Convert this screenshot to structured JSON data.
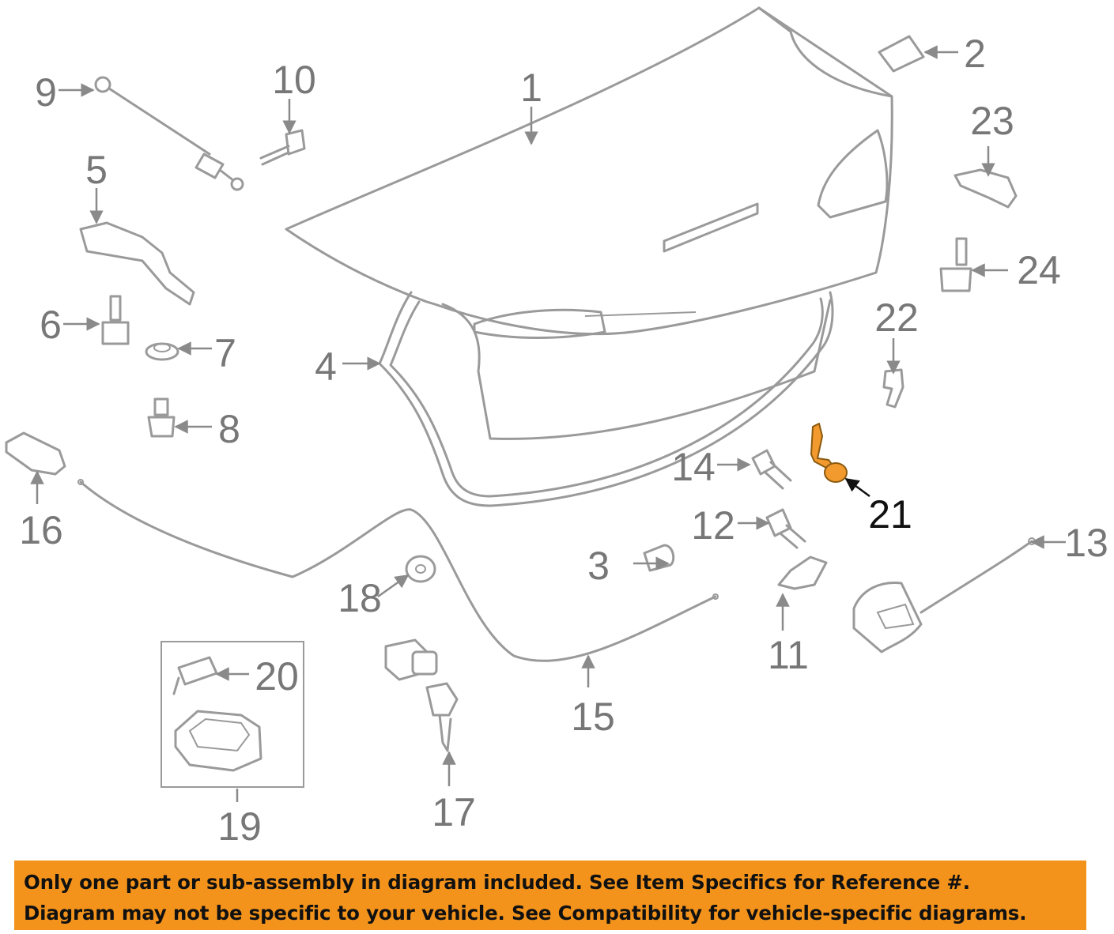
{
  "diagram": {
    "callouts": [
      {
        "id": "c1",
        "label": "1"
      },
      {
        "id": "c2",
        "label": "2"
      },
      {
        "id": "c3",
        "label": "3"
      },
      {
        "id": "c4",
        "label": "4"
      },
      {
        "id": "c5",
        "label": "5"
      },
      {
        "id": "c6",
        "label": "6"
      },
      {
        "id": "c7",
        "label": "7"
      },
      {
        "id": "c8",
        "label": "8"
      },
      {
        "id": "c9",
        "label": "9"
      },
      {
        "id": "c10",
        "label": "10"
      },
      {
        "id": "c11",
        "label": "11"
      },
      {
        "id": "c12",
        "label": "12"
      },
      {
        "id": "c13",
        "label": "13"
      },
      {
        "id": "c14",
        "label": "14"
      },
      {
        "id": "c15",
        "label": "15"
      },
      {
        "id": "c16",
        "label": "16"
      },
      {
        "id": "c17",
        "label": "17"
      },
      {
        "id": "c18",
        "label": "18"
      },
      {
        "id": "c19",
        "label": "19"
      },
      {
        "id": "c20",
        "label": "20"
      },
      {
        "id": "c21",
        "label": "21"
      },
      {
        "id": "c22",
        "label": "22"
      },
      {
        "id": "c23",
        "label": "23"
      },
      {
        "id": "c24",
        "label": "24"
      }
    ],
    "highlighted_part": "21",
    "highlight_color": "#f39a2e",
    "line_color": "#9a9a9a",
    "label_color": "#777777"
  },
  "notice": {
    "line1": "Only one part or sub-assembly in diagram included. See Item Specifics for Reference #.",
    "line2": "Diagram may not be specific to your vehicle. See Compatibility for vehicle-specific diagrams.",
    "background": "#f3931c"
  }
}
